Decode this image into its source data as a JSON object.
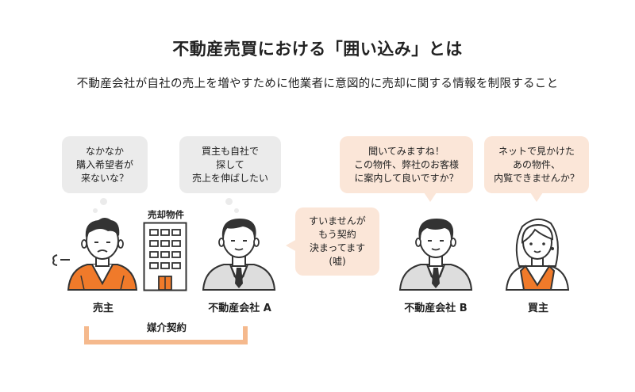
{
  "title": "不動産売買における「囲い込み」とは",
  "subtitle": "不動産会社が自社の売上を増やすために他業者に意図的に売却に関する情報を制限すること",
  "bubbles": {
    "seller": [
      "なかなか",
      "購入希望者が",
      "来ないな？"
    ],
    "agent_a_thought": [
      "買主も自社で",
      "探して",
      "売上を伸ばしたい"
    ],
    "agent_a_reply": [
      "すいませんが",
      "もう契約",
      "決まってます",
      "(嘘)"
    ],
    "agent_b": [
      "聞いてみますね！",
      "この物件、弊社のお客様",
      "に案内して良いですか？"
    ],
    "buyer": [
      "ネットで見かけた",
      "あの物件、",
      "内覧できませんか？"
    ]
  },
  "property_label": "売却物件",
  "contract_label": "媒介契約",
  "people": {
    "seller": "売主",
    "agent_a": "不動産会社 A",
    "agent_b": "不動産会社 B",
    "buyer": "買主"
  },
  "colors": {
    "orange": "#f07a2a",
    "peach_bubble": "#fbe6d8",
    "gray_bubble": "#ebebeb",
    "line_orange": "#f5b98d",
    "suit_gray": "#dddddd"
  }
}
